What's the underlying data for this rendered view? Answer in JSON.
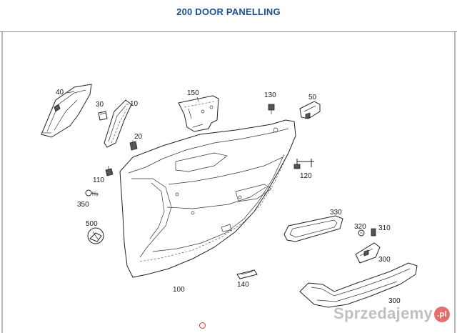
{
  "title": "200 DOOR PANELLING",
  "watermark": {
    "text": "Sprzedajemy",
    "badge": ".pl"
  },
  "callouts": [
    {
      "id": "c40",
      "label": "40"
    },
    {
      "id": "c30",
      "label": "30"
    },
    {
      "id": "c10",
      "label": "10"
    },
    {
      "id": "c150",
      "label": "150"
    },
    {
      "id": "c130",
      "label": "130"
    },
    {
      "id": "c50",
      "label": "50"
    },
    {
      "id": "c20",
      "label": "20"
    },
    {
      "id": "c120",
      "label": "120"
    },
    {
      "id": "c110",
      "label": "110"
    },
    {
      "id": "c350",
      "label": "350"
    },
    {
      "id": "c500",
      "label": "500"
    },
    {
      "id": "c330",
      "label": "330"
    },
    {
      "id": "c320",
      "label": "320"
    },
    {
      "id": "c310",
      "label": "310"
    },
    {
      "id": "c300a",
      "label": "300"
    },
    {
      "id": "c100",
      "label": "100"
    },
    {
      "id": "c140",
      "label": "140"
    },
    {
      "id": "c300b",
      "label": "300"
    }
  ]
}
